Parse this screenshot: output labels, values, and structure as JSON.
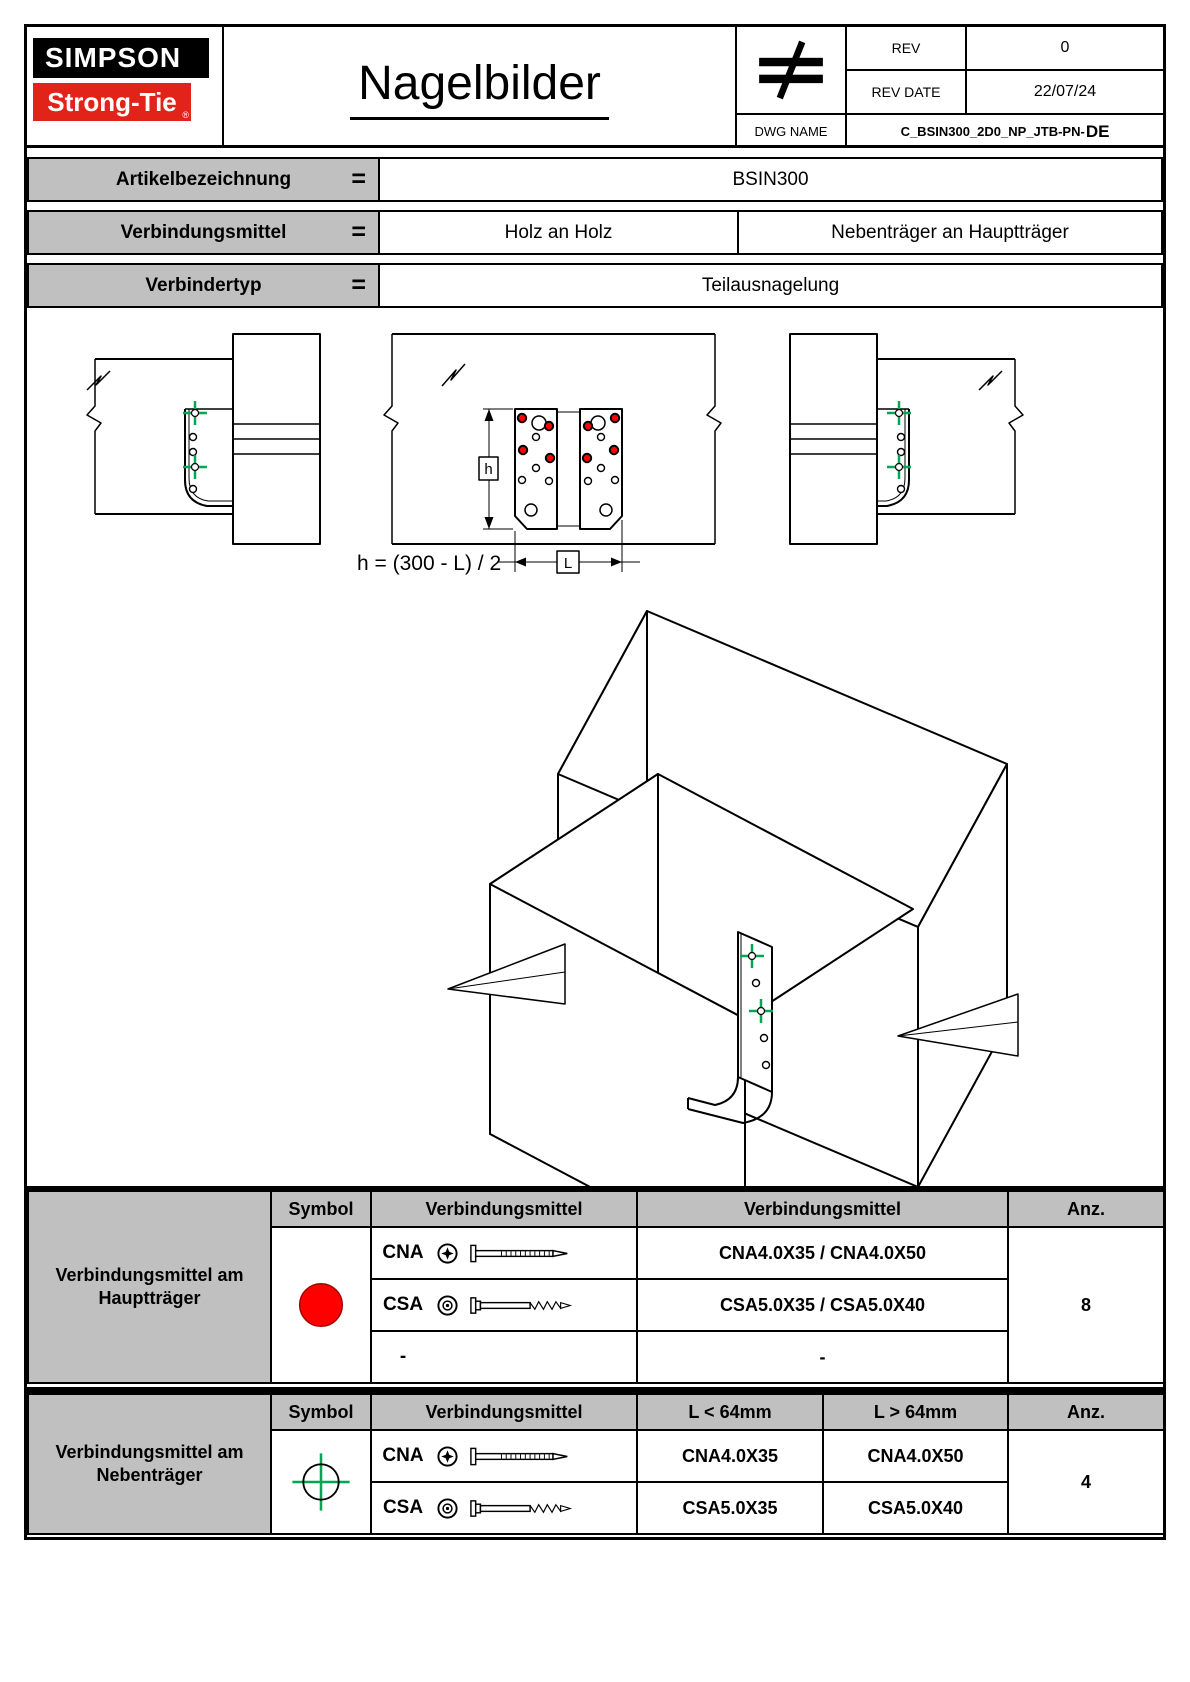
{
  "colors": {
    "brand_red": "#e2231a",
    "nail_red": "#ff0000",
    "nail_green": "#00a651",
    "header_gray": "#c0c0c0"
  },
  "header": {
    "logo_simpson": "SIMPSON",
    "logo_strongtie": "Strong-Tie",
    "logo_reg": "®",
    "title": "Nagelbilder",
    "rev_label": "REV",
    "rev_value": "0",
    "rev_date_label": "REV DATE",
    "rev_date_value": "22/07/24",
    "dwg_name_label": "DWG NAME",
    "dwg_name_value": "C_BSIN300_2D0_NP_JTB-PN-",
    "dwg_name_suffix": "DE"
  },
  "info": {
    "rows": [
      {
        "label": "Artikelbezeichnung",
        "eq": "=",
        "v1": "BSIN300"
      },
      {
        "label": "Verbindungsmittel",
        "eq": "=",
        "v1": "Holz an Holz",
        "v2": "Nebenträger an Hauptträger"
      },
      {
        "label": "Verbindertyp",
        "eq": "=",
        "v1": "Teilausnagelung"
      }
    ]
  },
  "drawing": {
    "formula": "h = (300 - L) / 2",
    "dim_h_label": "h",
    "dim_l_label": "L"
  },
  "table_haupt": {
    "row_label": "Verbindungsmittel am Hauptträger",
    "col_symbol": "Symbol",
    "col_vm1": "Verbindungsmittel",
    "col_vm2": "Verbindungsmittel",
    "col_anz": "Anz.",
    "rows": [
      {
        "type": "CNA",
        "value": "CNA4.0X35 / CNA4.0X50"
      },
      {
        "type": "CSA",
        "value": "CSA5.0X35 / CSA5.0X40"
      },
      {
        "type": "-",
        "value": "-"
      }
    ],
    "anz": "8"
  },
  "table_neben": {
    "row_label": "Verbindungsmittel am Nebenträger",
    "col_symbol": "Symbol",
    "col_vm": "Verbindungsmittel",
    "col_lt": "L < 64mm",
    "col_gt": "L > 64mm",
    "col_anz": "Anz.",
    "rows": [
      {
        "type": "CNA",
        "lt": "CNA4.0X35",
        "gt": "CNA4.0X50"
      },
      {
        "type": "CSA",
        "lt": "CSA5.0X35",
        "gt": "CSA5.0X40"
      }
    ],
    "anz": "4"
  }
}
